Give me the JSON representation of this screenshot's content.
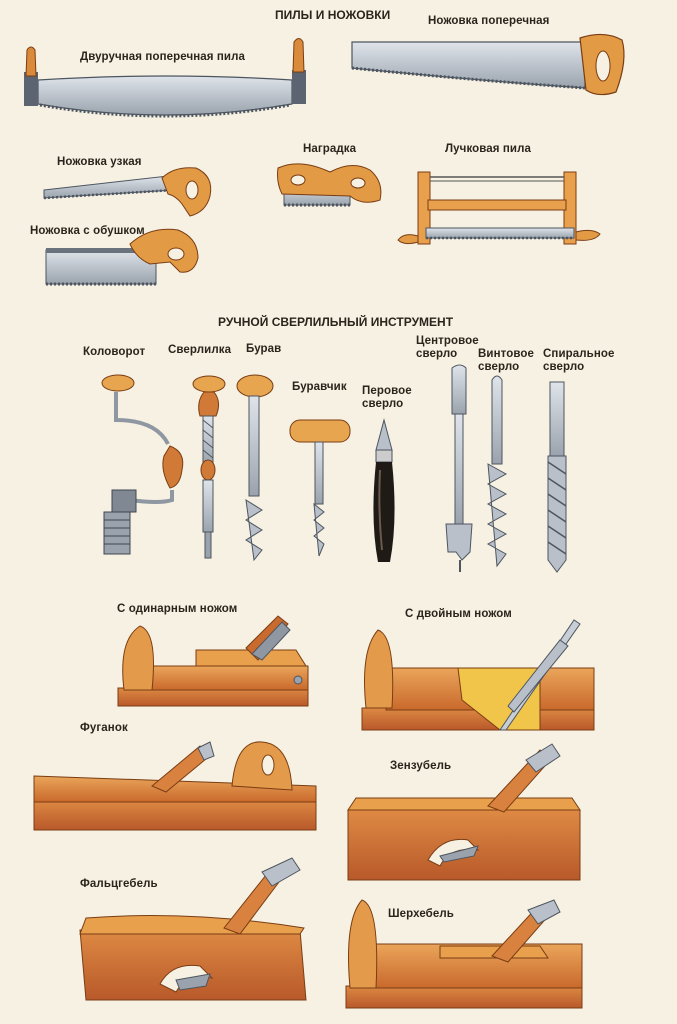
{
  "saws": {
    "title": "ПИЛЫ И НОЖОВКИ",
    "two_handed_crosscut": "Двуручная поперечная пила",
    "crosscut_handsaw": "Ножовка поперечная",
    "narrow_saw": "Ножовка узкая",
    "dovetail_saw": "Наградка",
    "frame_saw": "Лучковая пила",
    "backsaw": "Ножовка с обушком"
  },
  "drills": {
    "title": "РУЧНОЙ СВЕРЛИЛЬНЫЙ ИНСТРУМЕНТ",
    "brace": "Коловорот",
    "hand_drill": "Сверлилка",
    "auger": "Бурав",
    "gimlet": "Буравчик",
    "spade_bit": "Перовое\nсверло",
    "center_bit": "Центровое\nсверло",
    "screw_bit": "Винтовое\nсверло",
    "twist_bit": "Спиральное\nсверло"
  },
  "planes": {
    "single_blade": "С одинарным ножом",
    "double_blade": "С двойным ножом",
    "jointer": "Фуганок",
    "rabbet_plane": "Зензубель",
    "shoulder_plane": "Фальцгебель",
    "scrub_plane": "Шерхебель"
  },
  "colors": {
    "wood": "#d9823f",
    "wood_dark": "#b45c25",
    "wood_light": "#eab25f",
    "steel": "#b9c0c9",
    "steel_dark": "#7b8591",
    "text": "#2a241c",
    "paper": "#f6f1e2"
  }
}
